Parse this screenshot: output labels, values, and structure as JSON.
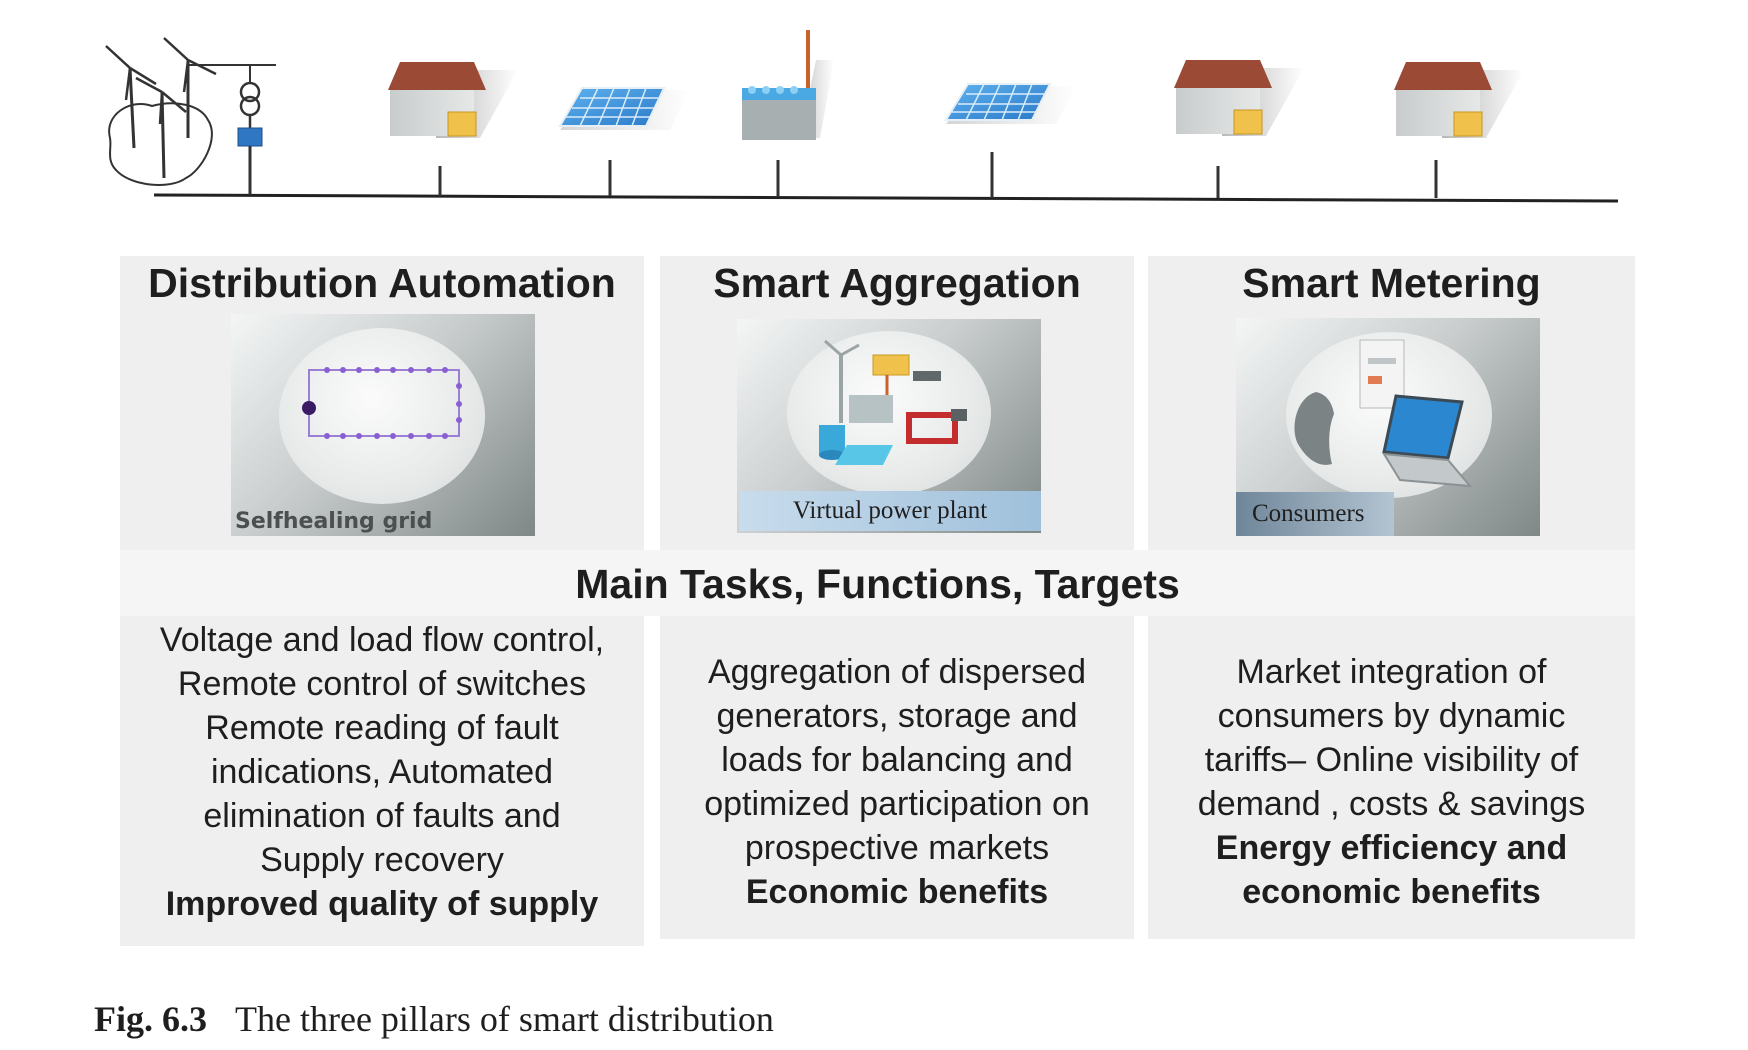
{
  "pillars": [
    {
      "title": "Distribution Automation",
      "image_caption": "Selfhealing grid",
      "lines": [
        "Voltage and load flow control,",
        "Remote control of  switches",
        "Remote reading  of fault",
        "indications, Automated",
        "elimination of faults and",
        "Supply recovery"
      ],
      "benefit_lines": [
        "Improved quality of supply"
      ]
    },
    {
      "title": "Smart Aggregation",
      "image_caption": "Virtual power  plant",
      "lines": [
        "Aggregation of dispersed",
        "generators, storage and",
        "loads for balancing and",
        "optimized participation on",
        "prospective  markets"
      ],
      "benefit_lines": [
        "Economic benefits"
      ]
    },
    {
      "title": "Smart Metering",
      "image_caption": "Consumers",
      "lines": [
        "Market integration of",
        "consumers  by dynamic",
        "tariffs– Online visibility of",
        "demand , costs  & savings"
      ],
      "benefit_lines": [
        "Energy efficiency and",
        "economic benefits"
      ]
    }
  ],
  "band_title": "Main Tasks, Functions, Targets",
  "figure": {
    "number": "Fig. 6.3",
    "caption": "The three pillars of smart distribution"
  },
  "network_icons": [
    "wind-turbines-icon",
    "transformer-icon",
    "house-icon",
    "solar-panel-icon",
    "factory-icon",
    "solar-panel-icon",
    "house-icon",
    "house-icon"
  ],
  "colors": {
    "panel_bg": "#efefef",
    "roof": "#9b4a35",
    "solar_blue": "#3a8fd6",
    "transformer_blue": "#2f77c2"
  }
}
